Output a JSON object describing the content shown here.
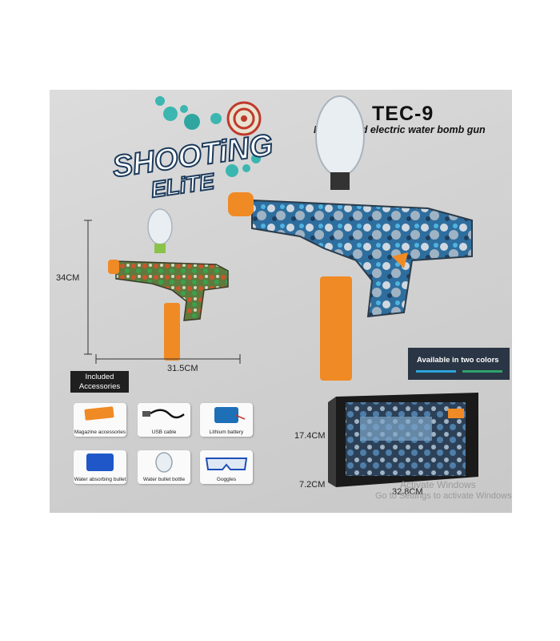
{
  "product": {
    "title": "TEC-9",
    "subtitle": "High speed electric water bomb gun",
    "logo_line1": "SHOOTiNG",
    "logo_line2": "ELiTE"
  },
  "dimensions": {
    "gun_height": "34CM",
    "gun_length": "31.5CM",
    "box_height": "17.4CM",
    "box_depth": "7.2CM",
    "box_length": "32.8CM"
  },
  "colors_note": {
    "label": "Available in two colors",
    "swatches": [
      "#2ba4d9",
      "#2ea36a"
    ]
  },
  "accessories": {
    "heading_line1": "Included",
    "heading_line2": "Accessories",
    "items": [
      {
        "name": "Magazine accessories",
        "icon": "magazine-icon"
      },
      {
        "name": "USB cable",
        "icon": "usb-cable-icon"
      },
      {
        "name": "Lithium battery",
        "icon": "battery-icon"
      },
      {
        "name": "Water absorbing bullet",
        "icon": "gel-beads-icon"
      },
      {
        "name": "Water bullet bottle",
        "icon": "bottle-icon"
      },
      {
        "name": "Goggles",
        "icon": "goggles-icon"
      }
    ]
  },
  "watermark": {
    "line1": "Activate Windows",
    "line2": "Go to Settings to activate Windows"
  }
}
